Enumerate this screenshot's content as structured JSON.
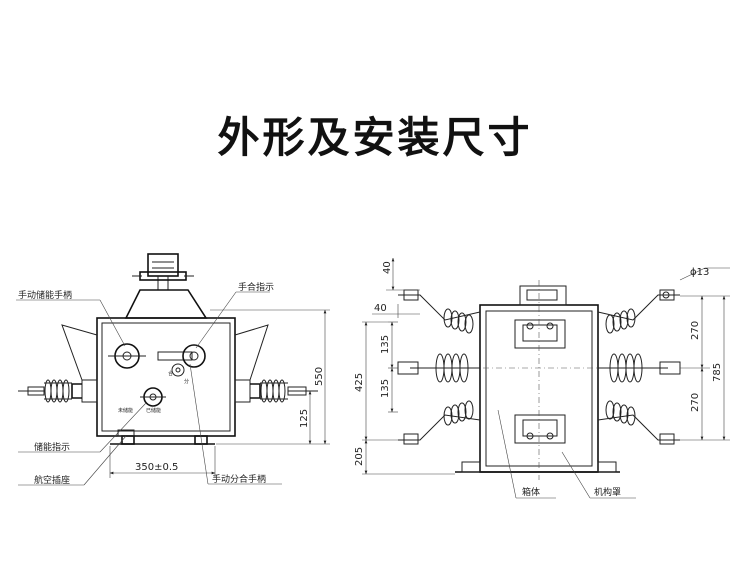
{
  "title": "外形及安装尺寸",
  "front_view": {
    "labels": {
      "manual_energy_handle": "手动储能手柄",
      "manual_close_indicator": "手合指示",
      "energy_indicator": "储能指示",
      "aviation_socket": "航空插座",
      "manual_open_close_handle": "手动分合手柄",
      "dial_close": "合",
      "dial_open": "分",
      "not_stored": "未储能",
      "stored": "已储能"
    },
    "dimensions": {
      "width": "350±0.5",
      "height": "550",
      "bottom": "125"
    }
  },
  "side_view": {
    "labels": {
      "cabinet": "箱体",
      "mechanism_cover": "机构罩"
    },
    "dimensions": {
      "top_offset": "40",
      "side_offset": "40",
      "upper_135": "135",
      "lower_135": "135",
      "h425": "425",
      "h205": "205",
      "hole": "ϕ13",
      "pitch_upper": "270",
      "pitch_lower": "270",
      "total": "785"
    }
  }
}
